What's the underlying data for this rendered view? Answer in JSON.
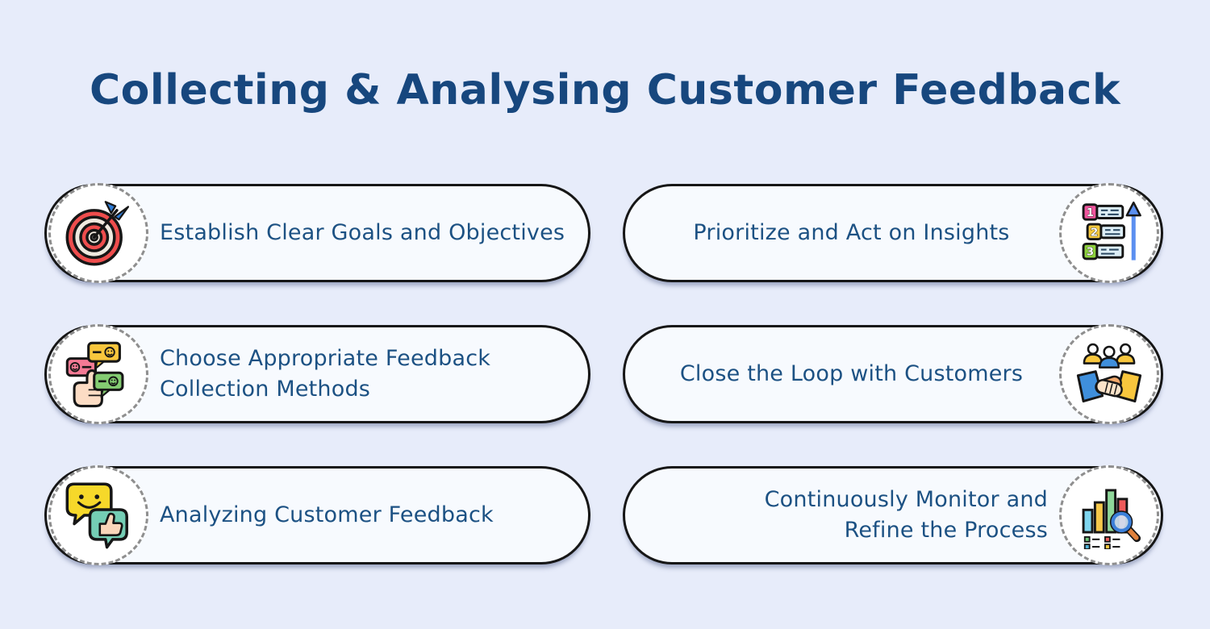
{
  "title": "Collecting & Analysing Customer Feedback",
  "colors": {
    "background": "#e7ecfa",
    "card_fill": "#f7fafe",
    "card_border": "#161616",
    "badge_fill": "#ffffff",
    "badge_dash": "#8f8f8f",
    "title_text": "#17477e",
    "card_text": "#1c5183",
    "accent_red": "#ee4d4d",
    "accent_yellow": "#f6c84a",
    "accent_green": "#8fd79a",
    "accent_blue": "#3f8fdc",
    "accent_pink": "#f0569e"
  },
  "cards": [
    {
      "label": "Establish Clear Goals and Objectives",
      "icon": "target-icon",
      "icon_side": "left"
    },
    {
      "label": "Choose Appropriate Feedback Collection Methods",
      "icon": "feedback-bubbles-hand-icon",
      "icon_side": "left"
    },
    {
      "label": "Analyzing Customer Feedback",
      "icon": "smiley-thumbs-up-bubbles-icon",
      "icon_side": "left"
    },
    {
      "label": "Prioritize and Act on Insights",
      "icon": "priority-list-arrow-icon",
      "icon_side": "right"
    },
    {
      "label": "Close the Loop with Customers",
      "icon": "handshake-people-icon",
      "icon_side": "right"
    },
    {
      "label": "Continuously Monitor and Refine the Process",
      "icon": "bar-chart-magnifier-icon",
      "icon_side": "right"
    }
  ]
}
